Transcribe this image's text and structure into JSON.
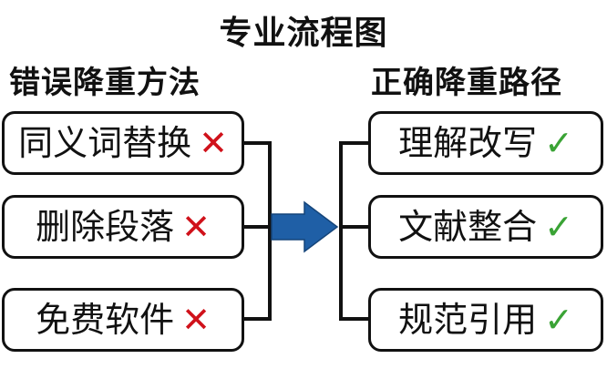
{
  "title": "专业流程图",
  "left": {
    "heading": "错误降重方法",
    "items": [
      {
        "label": "同义词替换",
        "mark": "cross"
      },
      {
        "label": "删除段落",
        "mark": "cross"
      },
      {
        "label": "免费软件",
        "mark": "cross"
      }
    ]
  },
  "right": {
    "heading": "正确降重路径",
    "items": [
      {
        "label": "理解改写",
        "mark": "check"
      },
      {
        "label": "文献整合",
        "mark": "check"
      },
      {
        "label": "规范引用",
        "mark": "check"
      }
    ]
  },
  "icons": {
    "cross": "cross-icon",
    "check": "check-icon",
    "arrow": "right-arrow-icon"
  },
  "colors": {
    "cross": "#d0121b",
    "check": "#3aa335",
    "arrow": "#1f5fa6",
    "stroke": "#111111"
  }
}
